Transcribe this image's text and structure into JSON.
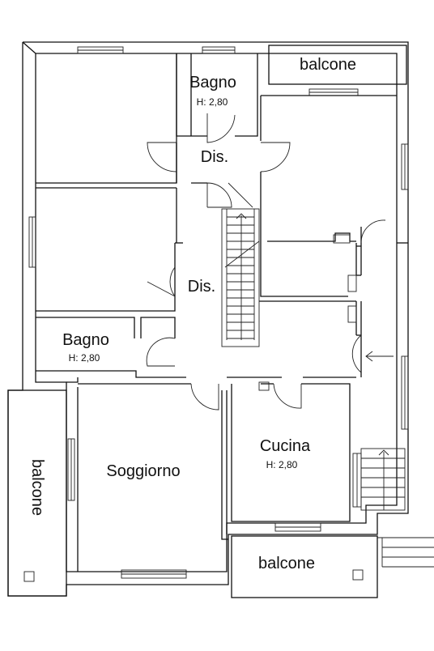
{
  "rooms": {
    "balcone_top": {
      "name": "balcone"
    },
    "bagno_top": {
      "name": "Bagno",
      "height": "H: 2,80"
    },
    "dis_top": {
      "name": "Dis."
    },
    "dis_mid": {
      "name": "Dis."
    },
    "bagno_left": {
      "name": "Bagno",
      "height": "H: 2,80"
    },
    "balcone_left": {
      "name": "balcone"
    },
    "soggiorno": {
      "name": "Soggiorno"
    },
    "cucina": {
      "name": "Cucina",
      "height": "H: 2,80"
    },
    "balcone_bottom": {
      "name": "balcone"
    }
  },
  "colors": {
    "line": "#111111",
    "background": "#ffffff"
  }
}
